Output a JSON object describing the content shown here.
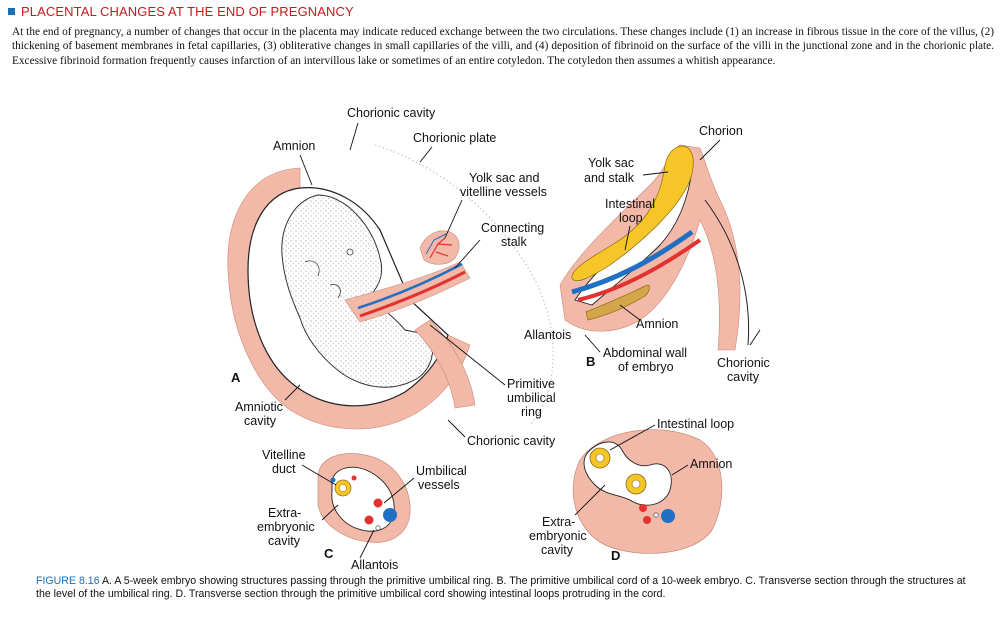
{
  "section": {
    "heading": "PLACENTAL CHANGES AT THE END OF PREGNANCY",
    "paragraph": "At the end of pregnancy, a number of changes that occur in the placenta may indicate reduced exchange between the two circulations. These changes include (1) an increase in fibrous tissue in the core of the villus, (2) thickening of basement membranes in fetal capillaries, (3) obliterative changes in small capillaries of the villi, and (4) deposition of fibrinoid on the surface of the villi in the junctional zone and in the chorionic plate. Excessive fibrinoid formation frequently causes infarction of an intervillous lake or sometimes of an entire cotyledon. The cotyledon then assumes a whitish appearance."
  },
  "figure": {
    "panel_letters": {
      "a": "A",
      "b": "B",
      "c": "C",
      "d": "D"
    },
    "panel_a": {
      "chorionic_cavity_top": "Chorionic cavity",
      "amnion": "Amnion",
      "chorionic_plate": "Chorionic plate",
      "yolk_sac_vitelline_1": "Yolk sac and",
      "yolk_sac_vitelline_2": "vitelline vessels",
      "connecting_stalk_1": "Connecting",
      "connecting_stalk_2": "stalk",
      "allantois": "Allantois",
      "primitive_ring_1": "Primitive",
      "primitive_ring_2": "umbilical",
      "primitive_ring_3": "ring",
      "amniotic_cavity_1": "Amniotic",
      "amniotic_cavity_2": "cavity",
      "chorionic_cavity_bottom": "Chorionic cavity"
    },
    "panel_b": {
      "chorion": "Chorion",
      "yolk_sac_stalk_1": "Yolk sac",
      "yolk_sac_stalk_2": "and stalk",
      "intestinal_loop_1": "Intestinal",
      "intestinal_loop_2": "loop",
      "amnion": "Amnion",
      "abdominal_wall_1": "Abdominal wall",
      "abdominal_wall_2": "of embryo",
      "chorionic_cavity_1": "Chorionic",
      "chorionic_cavity_2": "cavity"
    },
    "panel_c": {
      "vitelline_duct_1": "Vitelline",
      "vitelline_duct_2": "duct",
      "umbilical_vessels_1": "Umbilical",
      "umbilical_vessels_2": "vessels",
      "extraembryonic_1": "Extra-",
      "extraembryonic_2": "embryonic",
      "extraembryonic_3": "cavity",
      "allantois": "Allantois"
    },
    "panel_d": {
      "intestinal_loop": "Intestinal loop",
      "amnion": "Amnion",
      "extraembryonic_1": "Extra-",
      "extraembryonic_2": "embryonic",
      "extraembryonic_3": "cavity"
    },
    "colors": {
      "artery": "#e0332f",
      "vein": "#1f6fc4",
      "yolk": "#f6c528",
      "tissue": "#f2b9a8",
      "heading": "#c41b1b",
      "accent": "#1a6fb5"
    }
  },
  "caption": {
    "figure_number": "FIGURE 8.16",
    "text": " A. A 5-week embryo showing structures passing through the primitive umbilical ring. B. The primitive umbilical cord of a 10-week embryo. C. Transverse section through the structures at the level of the umbilical ring. D. Transverse section through the primitive umbilical cord showing intestinal loops protruding in the cord."
  }
}
